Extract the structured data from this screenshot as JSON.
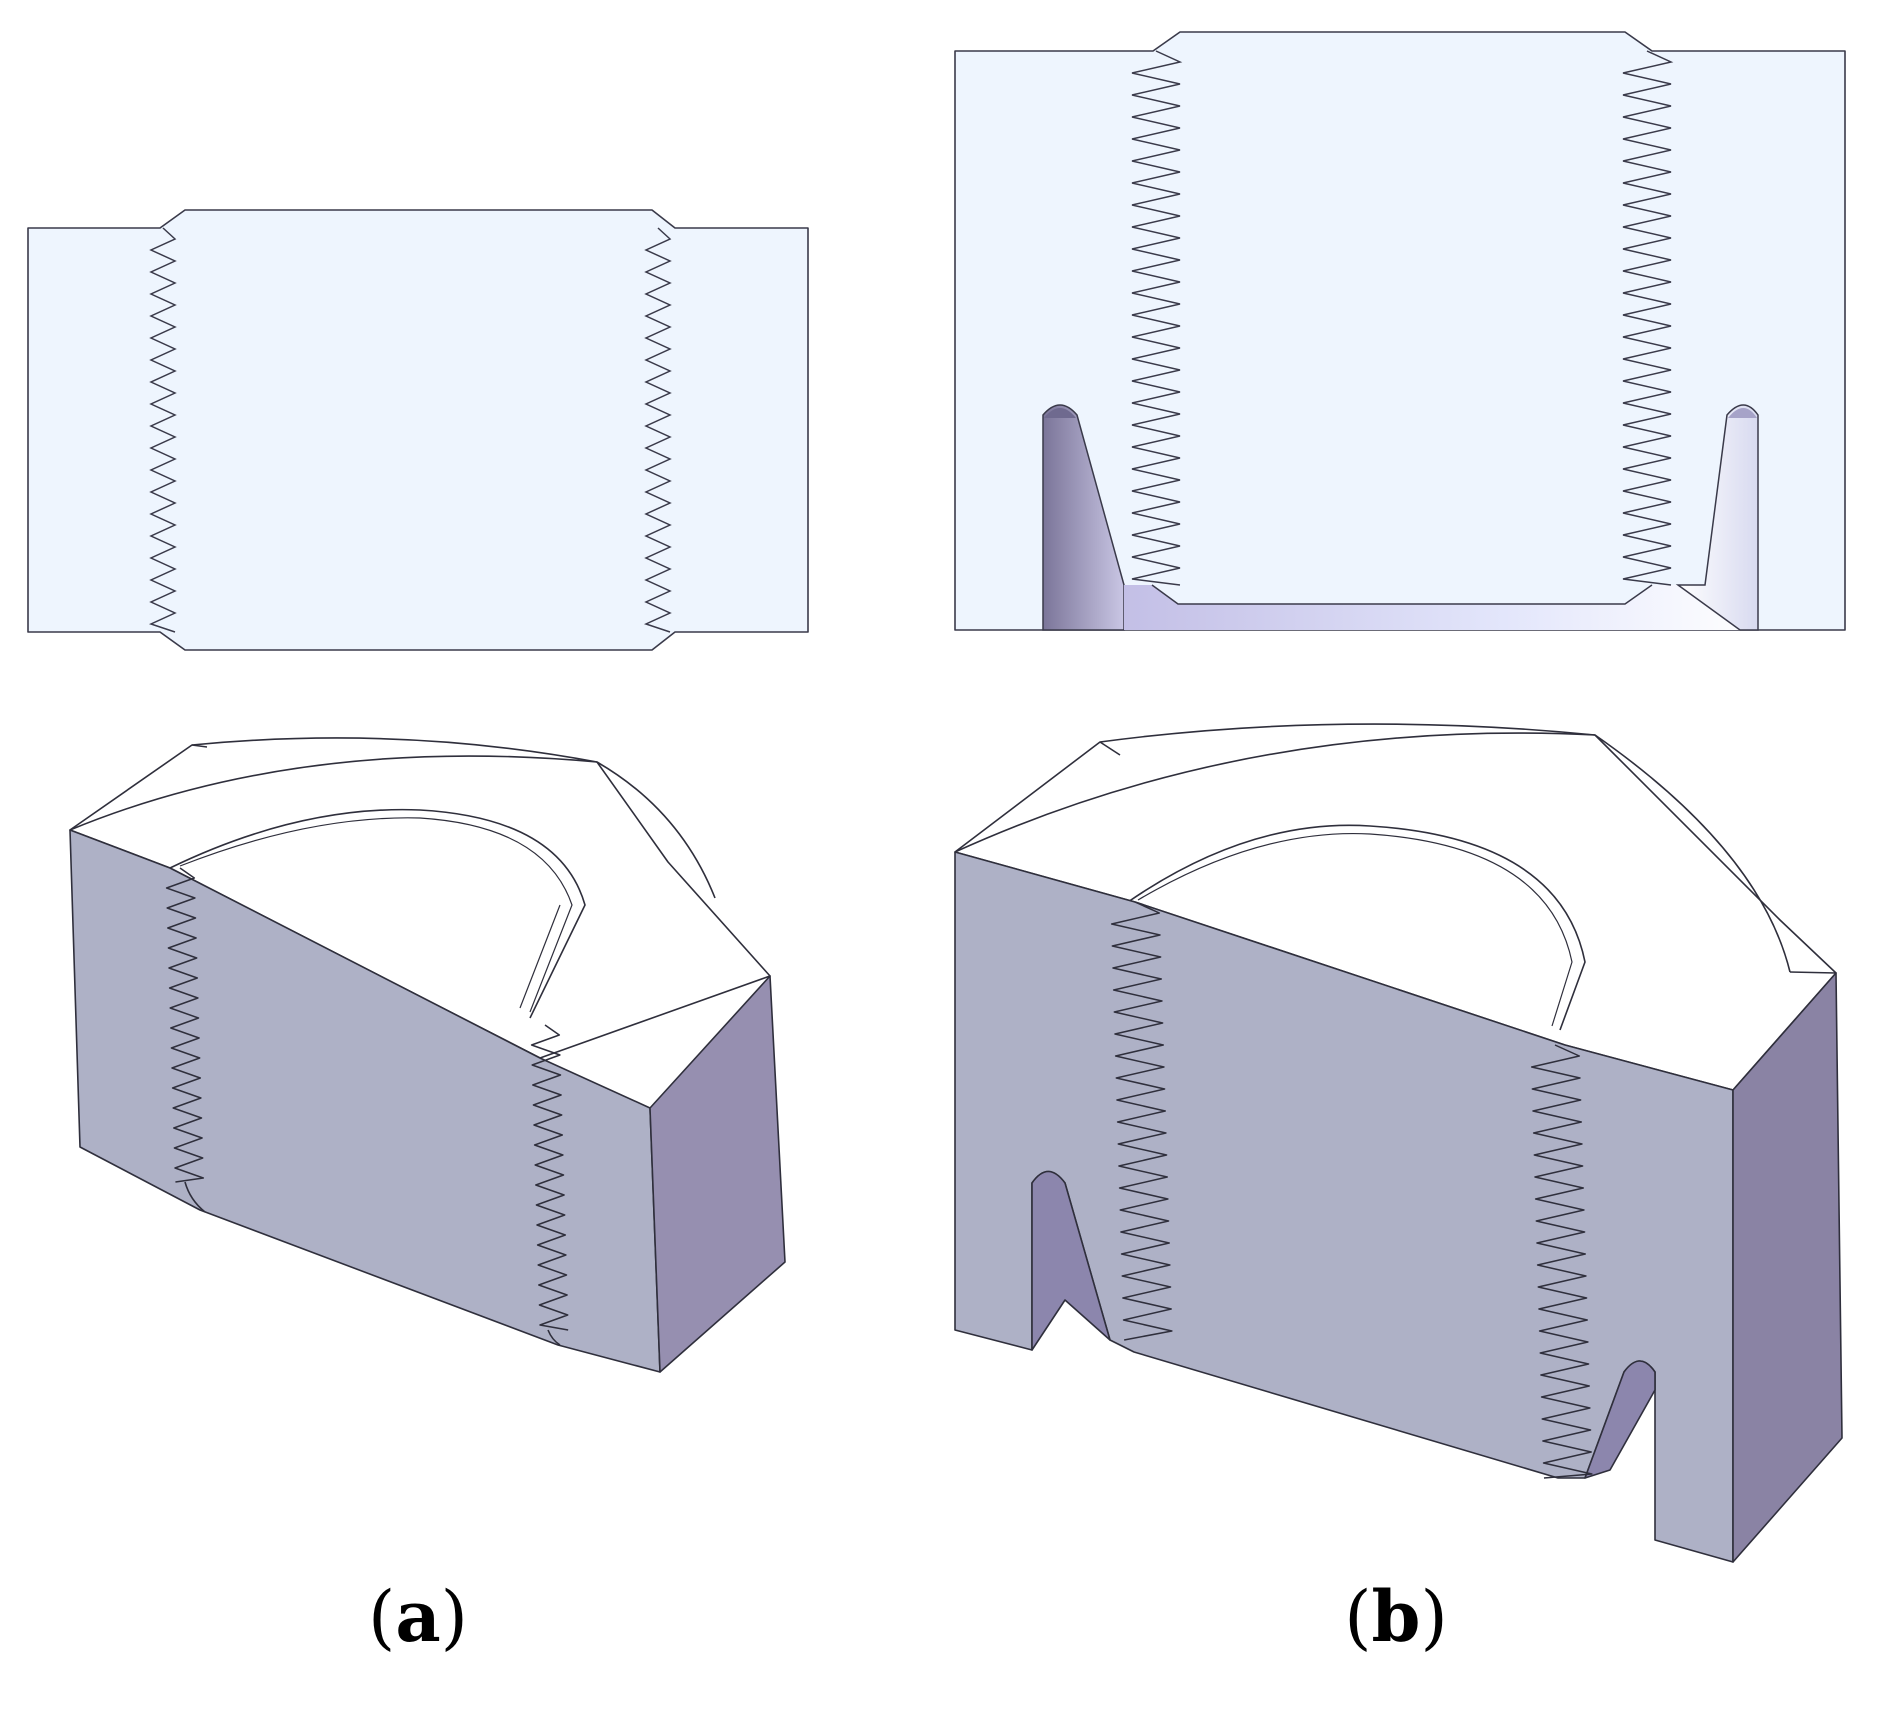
{
  "figure": {
    "panels": [
      {
        "id": "a",
        "caption": "a",
        "views": [
          "section-2d",
          "cutaway-3d"
        ]
      },
      {
        "id": "b",
        "caption": "b",
        "views": [
          "section-2d",
          "cutaway-3d"
        ]
      }
    ],
    "caption_open": "(",
    "caption_close": ")"
  },
  "colors": {
    "section_fill": "#eef5fe",
    "outline": "#3a3a4a",
    "face_front": "#aeb1c6",
    "face_side": "#968fb0",
    "face_side_b": "#8a83a4",
    "face_top": "#ffffff",
    "groove_shade": "#8c86ad"
  }
}
